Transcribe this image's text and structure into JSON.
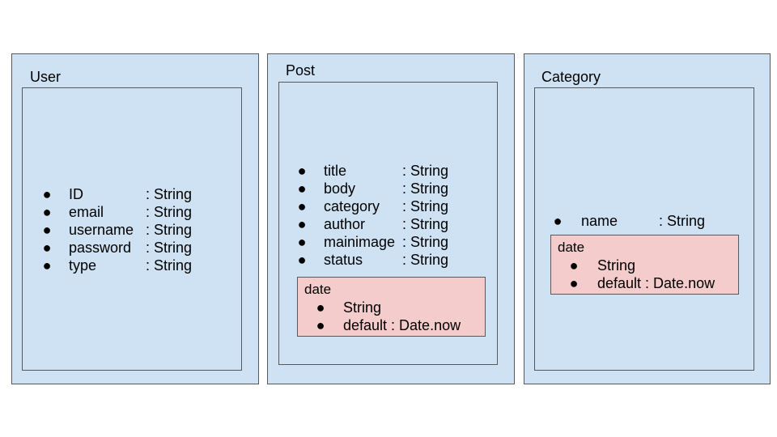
{
  "bullet": "●",
  "user": {
    "title": "User",
    "fields": [
      {
        "name": "ID",
        "type": ": String"
      },
      {
        "name": "email",
        "type": ": String"
      },
      {
        "name": "username",
        "type": ": String"
      },
      {
        "name": "password",
        "type": ": String"
      },
      {
        "name": "type",
        "type": ": String"
      }
    ]
  },
  "post": {
    "title": "Post",
    "fields": [
      {
        "name": "title",
        "type": ": String"
      },
      {
        "name": "body",
        "type": ": String"
      },
      {
        "name": "category",
        "type": ": String"
      },
      {
        "name": "author",
        "type": ": String"
      },
      {
        "name": "mainimage",
        "type": ": String"
      },
      {
        "name": "status",
        "type": ": String"
      }
    ],
    "date": {
      "title": "date",
      "items": [
        "String",
        "default : Date.now"
      ]
    }
  },
  "category": {
    "title": "Category",
    "fields": [
      {
        "name": "name",
        "type": ": String"
      }
    ],
    "date": {
      "title": "date",
      "items": [
        "String",
        "default : Date.now"
      ]
    }
  },
  "colors": {
    "panel_fill": "#cfe2f3",
    "date_fill": "#f4cccc",
    "border": "#595959"
  }
}
